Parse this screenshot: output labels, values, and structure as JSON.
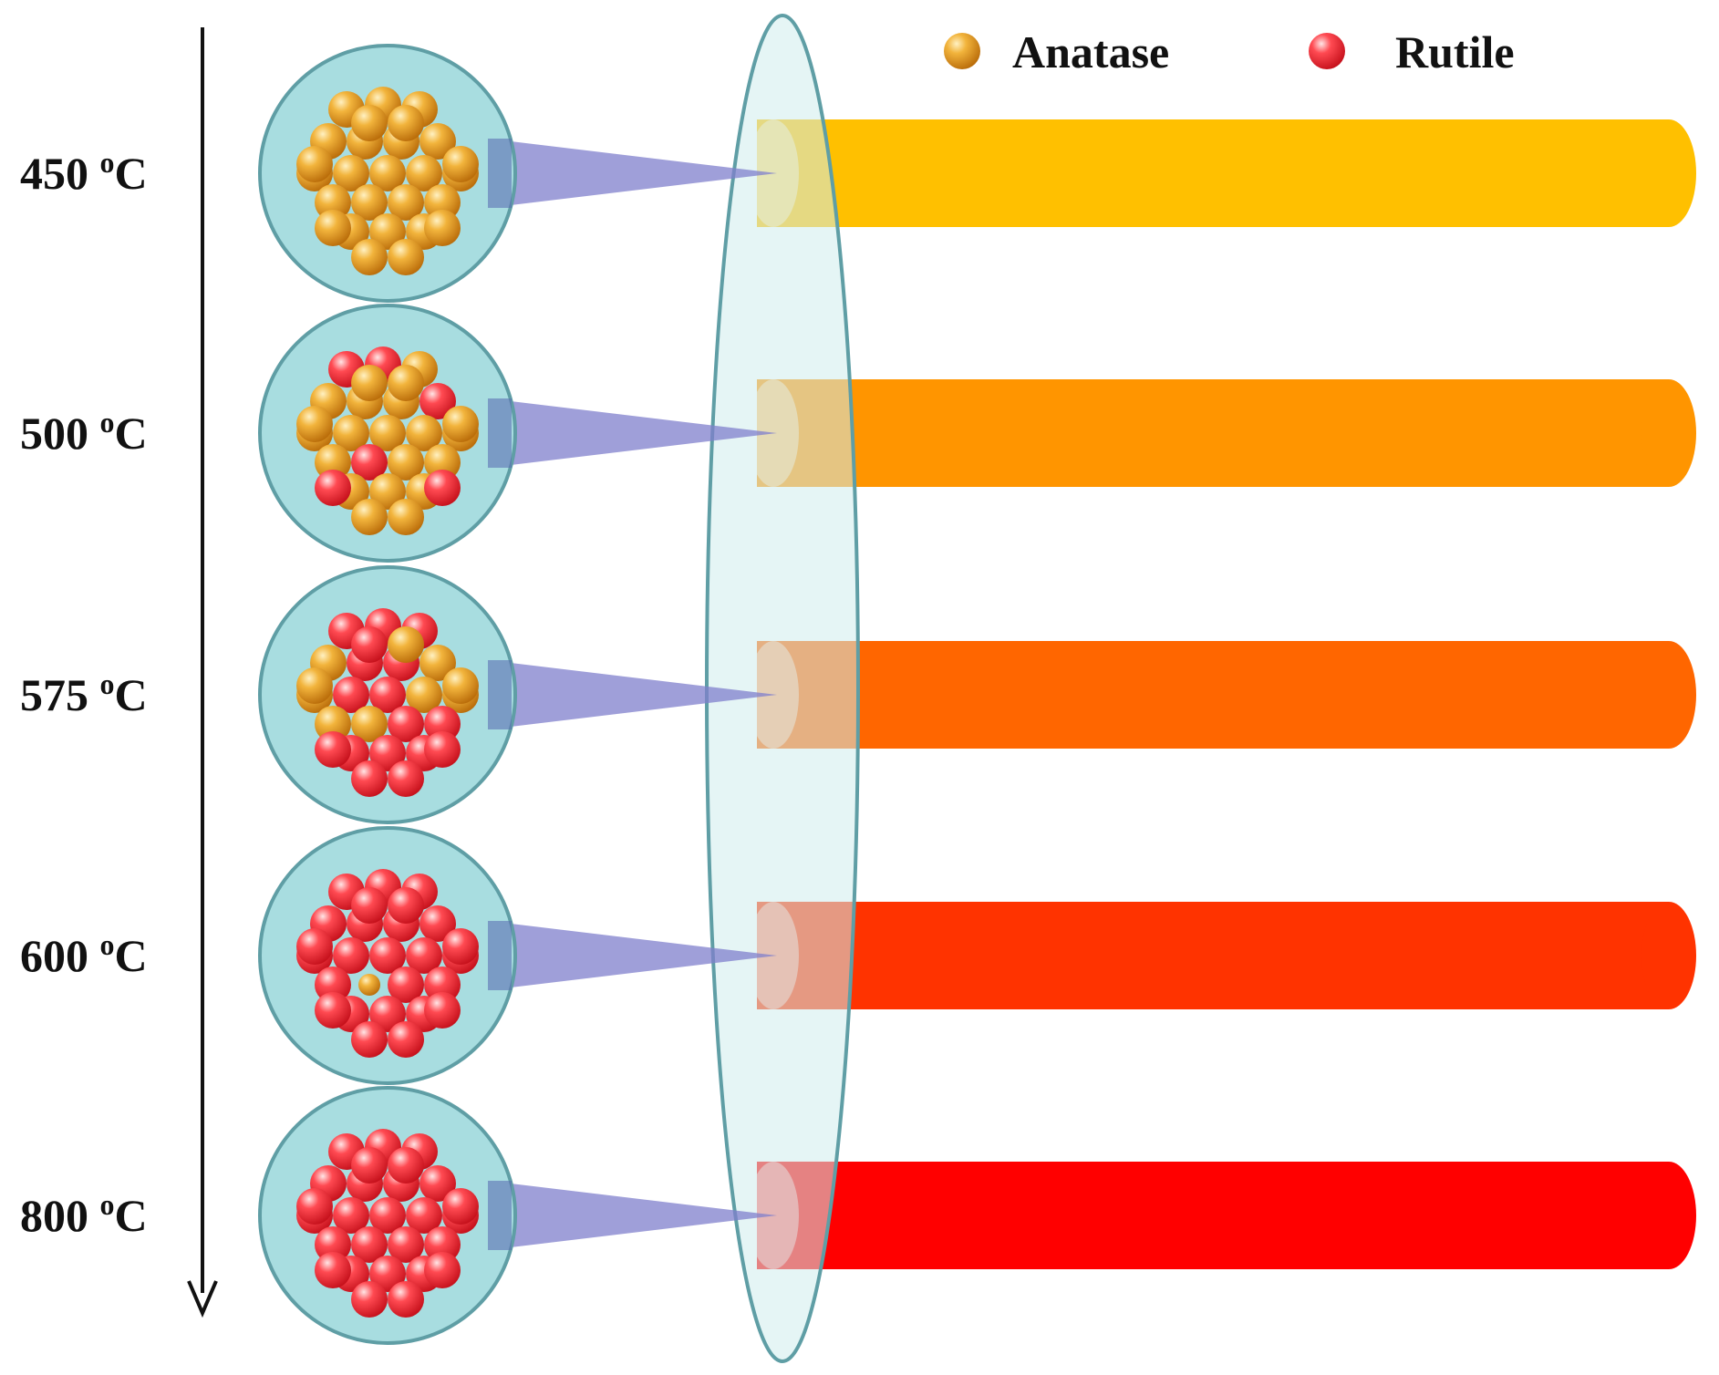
{
  "legend": [
    {
      "key": "anatase",
      "label": "Anatase",
      "color": "#e89a1c"
    },
    {
      "key": "rutile",
      "label": "Rutile",
      "color": "#f0303c"
    }
  ],
  "colors": {
    "circle_fill": "#a8dde0",
    "circle_stroke": "#5f9ea5",
    "beam": "#7f7fcc",
    "lens_fill": "#d3eeef",
    "lens_stroke": "#5f9ea5",
    "arrow": "#111111"
  },
  "stages": [
    {
      "temp_value": "450",
      "temp_sup": "o",
      "temp_unit": "C",
      "fiber_color": "#ffc000",
      "particles": [
        "A",
        "A",
        "A",
        "A",
        "A",
        "A",
        "A",
        "A",
        "A",
        "A",
        "A",
        "A",
        "A",
        "A",
        "A",
        "A",
        "A",
        "A",
        "A",
        "A",
        "A",
        "A",
        "A",
        "A",
        "A",
        "A",
        "A"
      ]
    },
    {
      "temp_value": "500",
      "temp_sup": "o",
      "temp_unit": "C",
      "fiber_color": "#ff9500",
      "particles": [
        "R",
        "R",
        "A",
        "A",
        "A",
        "A",
        "R",
        "A",
        "A",
        "A",
        "A",
        "A",
        "A",
        "R",
        "A",
        "A",
        "A",
        "A",
        "A",
        "A",
        "A",
        "A",
        "A",
        "R",
        "R",
        "A",
        "A"
      ]
    },
    {
      "temp_value": "575",
      "temp_sup": "o",
      "temp_unit": "C",
      "fiber_color": "#ff6600",
      "particles": [
        "R",
        "R",
        "R",
        "A",
        "R",
        "R",
        "A",
        "A",
        "R",
        "R",
        "A",
        "A",
        "A",
        "A",
        "R",
        "R",
        "A",
        "A",
        "R",
        "R",
        "R",
        "R",
        "A",
        "R",
        "R",
        "R",
        "R"
      ]
    },
    {
      "temp_value": "600",
      "temp_sup": "o",
      "temp_unit": "C",
      "fiber_color": "#ff3300",
      "particles": [
        "R",
        "R",
        "R",
        "R",
        "R",
        "R",
        "R",
        "R",
        "R",
        "R",
        "R",
        "R",
        "R",
        "A",
        "R",
        "R",
        "R",
        "R",
        "R",
        "R",
        "R",
        "R",
        "R",
        "R",
        "R",
        "R",
        "R"
      ]
    },
    {
      "temp_value": "800",
      "temp_sup": "o",
      "temp_unit": "C",
      "fiber_color": "#ff0000",
      "particles": [
        "R",
        "R",
        "R",
        "R",
        "R",
        "R",
        "R",
        "R",
        "R",
        "R",
        "R",
        "R",
        "R",
        "R",
        "R",
        "R",
        "R",
        "R",
        "R",
        "R",
        "R",
        "R",
        "R",
        "R",
        "R",
        "R",
        "R"
      ]
    }
  ]
}
